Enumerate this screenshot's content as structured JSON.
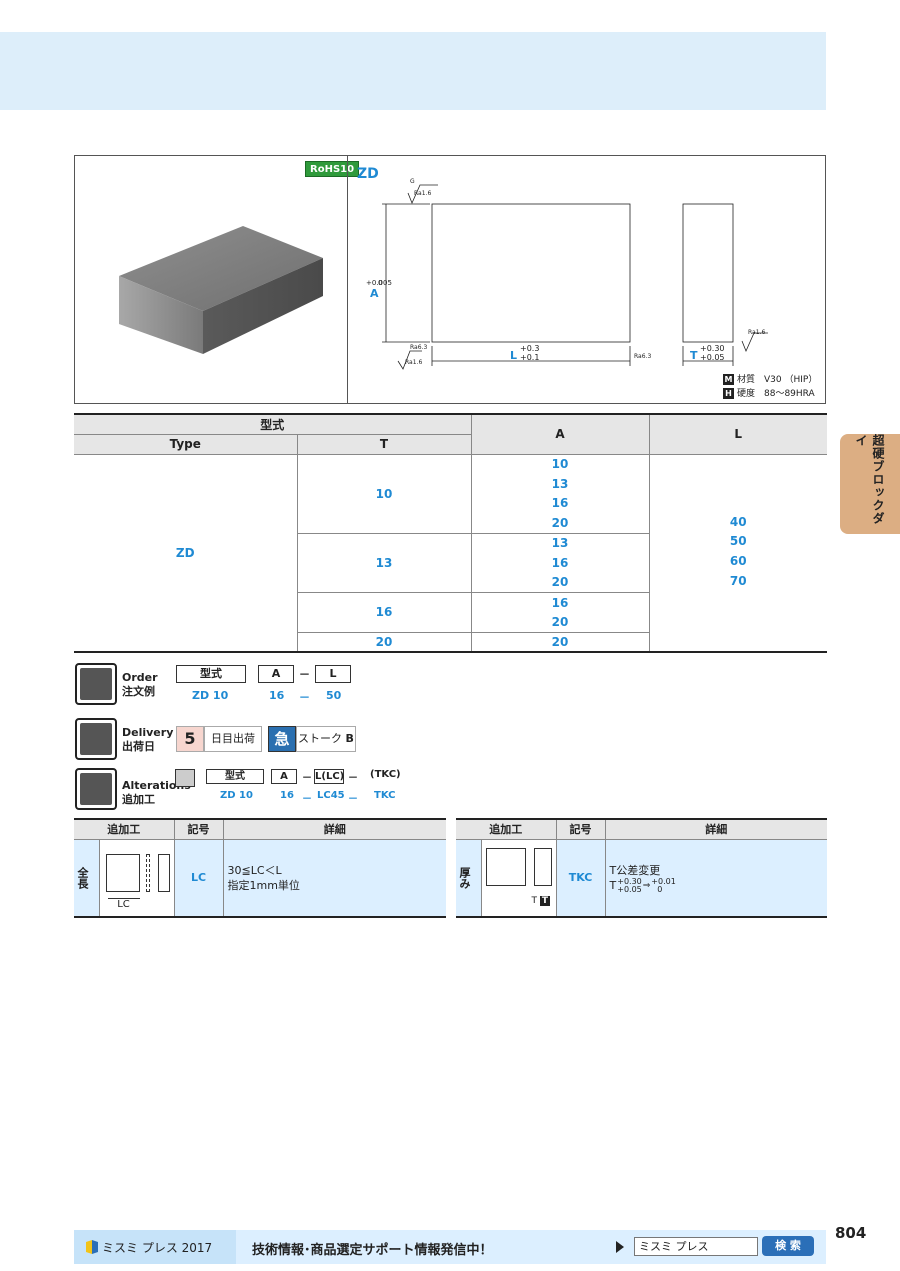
{
  "figure": {
    "rohs": "RoHS10",
    "type_label": "ZD",
    "dims": {
      "a_label": "A",
      "a_tol_top": "+0.005",
      "a_tol_bot": "0",
      "l_label": "L",
      "l_tol_top": "+0.3",
      "l_tol_bot": "+0.1",
      "t_label": "T",
      "t_tol_top": "+0.30",
      "t_tol_bot": "+0.05",
      "g": "G",
      "ra16": "Ra1.6",
      "ra63": "Ra6.3"
    },
    "material_icon": "M",
    "material_text": "材質　V30 （HIP）",
    "hardness_icon": "H",
    "hardness_text": "硬度　88～89HRA"
  },
  "spec_table": {
    "group_header": "型式",
    "col_type": "Type",
    "col_t": "T",
    "col_a": "A",
    "col_l": "L",
    "type_value": "ZD",
    "t_values": [
      "10",
      "13",
      "16",
      "20"
    ],
    "a_values": [
      "10",
      "13",
      "16",
      "20",
      "13",
      "16",
      "20",
      "16",
      "20",
      "20"
    ],
    "l_values": [
      "40",
      "50",
      "60",
      "70"
    ]
  },
  "side_tab": "超硬ブロックダイ",
  "order": {
    "title_en": "Order",
    "title_jp": "注文例",
    "h_type": "型式",
    "h_a": "A",
    "h_l": "L",
    "dash": "－",
    "v_type": "ZD 10",
    "v_a": "16",
    "v_l": "50"
  },
  "delivery": {
    "title_en": "Delivery",
    "title_jp": "出荷日",
    "days": "5",
    "days_label": "日目出荷",
    "kyu": "急",
    "stroke_label": "ストーク",
    "stroke_grade": "B"
  },
  "alterations": {
    "title_en": "Alterations",
    "title_jp": "追加工",
    "h_type": "型式",
    "h_a": "A",
    "h_lc": "L(LC)",
    "h_tkc": "(TKC)",
    "dash": "－",
    "v_type": "ZD  10",
    "v_a": "16",
    "v_lc": "LC45",
    "v_tkc": "TKC"
  },
  "alt_table_left": {
    "h_process": "追加工",
    "h_code": "記号",
    "h_detail": "詳細",
    "row_label": "全長",
    "diagram_label": "LC",
    "code": "LC",
    "detail_1": "30≦LC＜L",
    "detail_2": "指定1mm単位"
  },
  "alt_table_right": {
    "h_process": "追加工",
    "h_code": "記号",
    "h_detail": "詳細",
    "row_label": "厚み",
    "diagram_label": "T",
    "diagram_label_2": "T",
    "code": "TKC",
    "detail_1": "T公差変更",
    "detail_t": "T",
    "detail_tol_top": "+0.30",
    "detail_tol_bot": "+0.05",
    "detail_arrow": "⇒",
    "detail_new_top": "+0.01",
    "detail_new_bot": "0"
  },
  "footer": {
    "brand": "ミスミ プレス 2017",
    "message": "技術情報･商品選定サポート情報発信中！",
    "search_text": "ミスミ プレス",
    "search_button": "検 索"
  },
  "page_number": "804"
}
